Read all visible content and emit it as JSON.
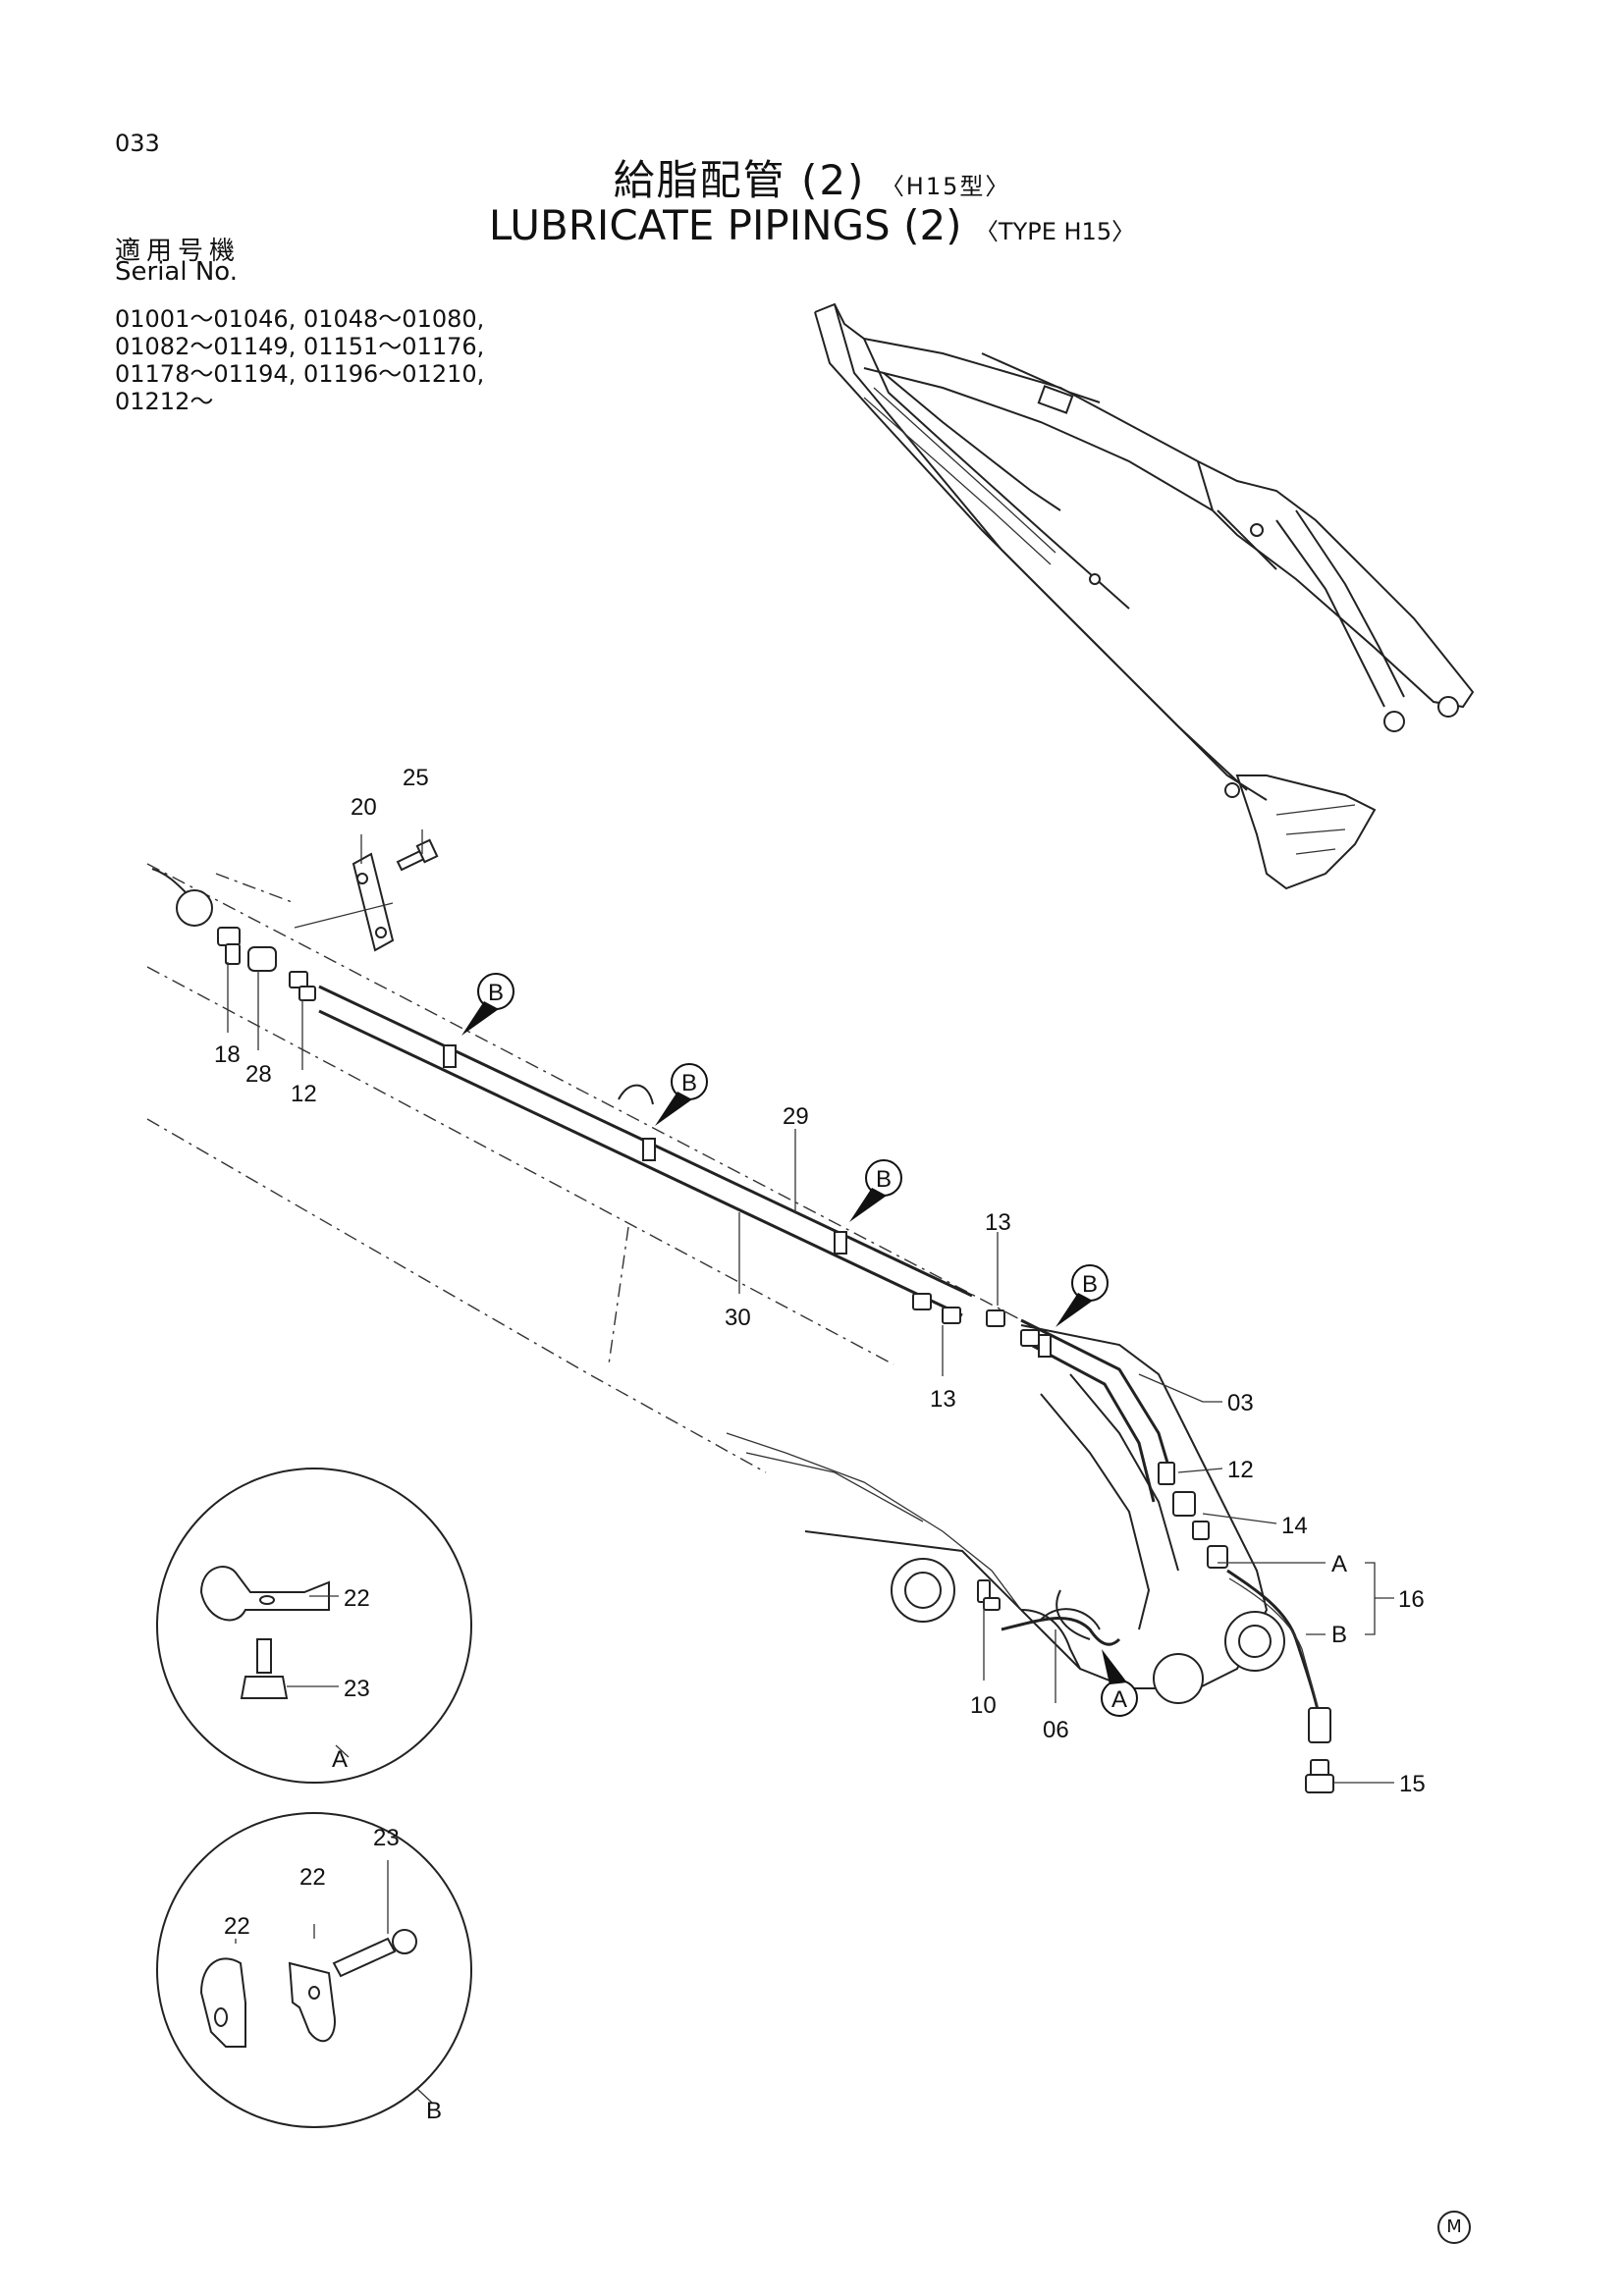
{
  "header": {
    "page_number": "033",
    "title_jp": "給脂配管 (2)",
    "title_jp_type": "〈H15型〉",
    "title_en": "LUBRICATE  PIPINGS  (2)",
    "title_en_type": "〈TYPE  H15〉"
  },
  "serial": {
    "label_jp": "適用号機",
    "label_en": "Serial No.",
    "lines": [
      "01001～01046, 01048～01080,",
      "01082～01149, 01151～01176,",
      "01178～01194, 01196～01210,",
      "01212～"
    ]
  },
  "callouts": {
    "b": "B",
    "a": "A"
  },
  "part_numbers": {
    "p25": "25",
    "p20": "20",
    "p18": "18",
    "p28": "28",
    "p12a": "12",
    "p29": "29",
    "p30": "30",
    "p13a": "13",
    "p13b": "13",
    "p03": "03",
    "p12b": "12",
    "p14": "14",
    "p16": "16",
    "p15": "15",
    "p10": "10",
    "p06": "06",
    "line_a": "A",
    "line_b": "B",
    "detail_a_22": "22",
    "detail_a_23": "23",
    "detail_a_label": "A",
    "detail_b_22a": "22",
    "detail_b_22b": "22",
    "detail_b_23": "23",
    "detail_b_label": "B"
  },
  "footer": {
    "mark": "M"
  }
}
